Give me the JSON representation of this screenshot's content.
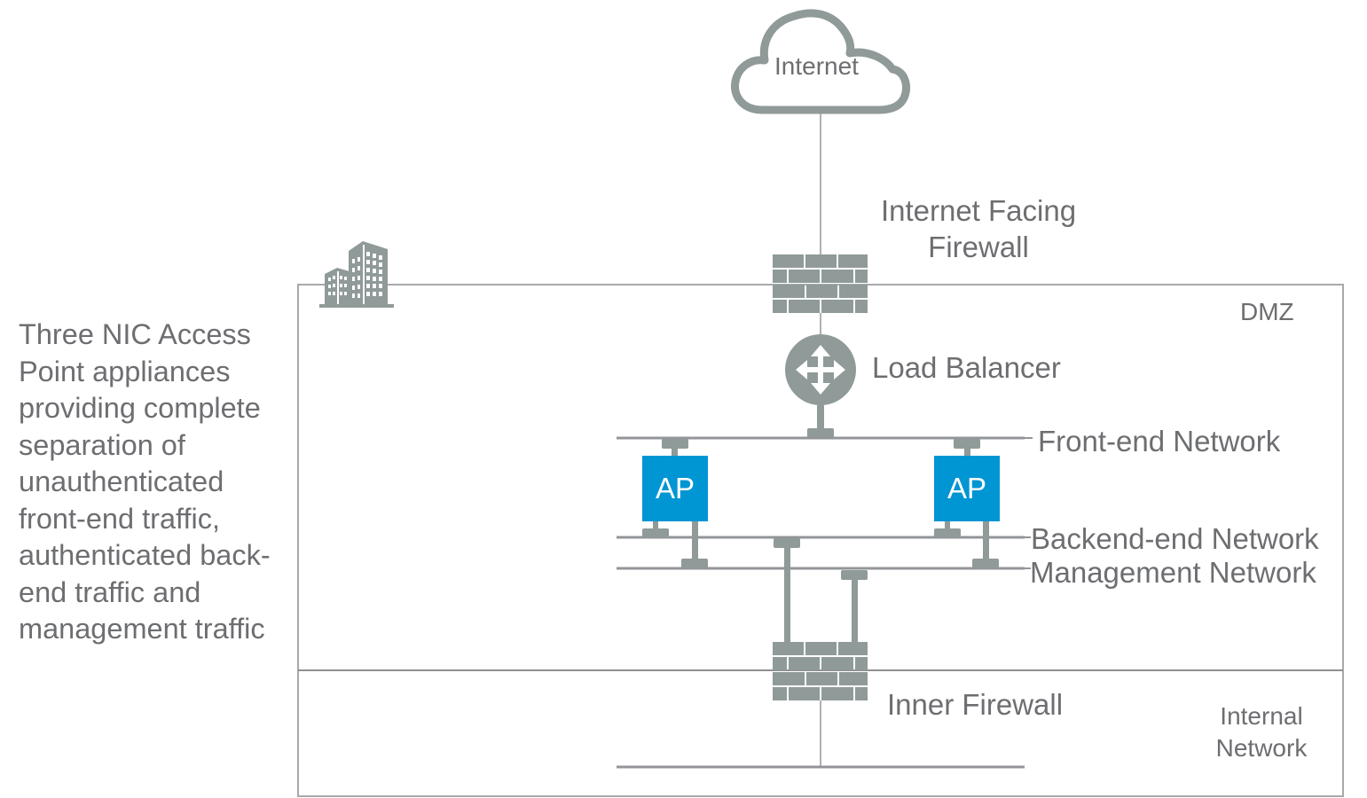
{
  "description": "Three NIC Access\nPoint appliances\nproviding complete\nseparation of\nunauthenticated\nfront-end traffic,\nauthenticated back-\nend traffic and\nmanagement traffic",
  "nodes": {
    "internet": {
      "label": "Internet",
      "icon": "cloud-icon"
    },
    "outer_firewall": {
      "label": "Internet Facing\nFirewall",
      "label_line1": "Internet Facing",
      "label_line2": "Firewall",
      "icon": "firewall-brick-icon"
    },
    "load_balancer": {
      "label": "Load Balancer",
      "icon": "load-balancer-arrows-icon"
    },
    "ap_left": {
      "label": "AP"
    },
    "ap_right": {
      "label": "AP"
    },
    "inner_firewall": {
      "label": "Inner Firewall",
      "icon": "firewall-brick-icon"
    }
  },
  "networks": {
    "frontend": "Front-end Network",
    "backend": "Backend-end Network",
    "management": "Management Network"
  },
  "zones": {
    "dmz": "DMZ",
    "internal_line1": "Internal",
    "internal_line2": "Network",
    "building_icon": "building-icon"
  },
  "colors": {
    "icon_gray": "#8f9a99",
    "line_gray": "#a7a9ac",
    "network_line": "#939598",
    "ap_blue": "#0095d3",
    "text_gray": "#6d6e71"
  }
}
